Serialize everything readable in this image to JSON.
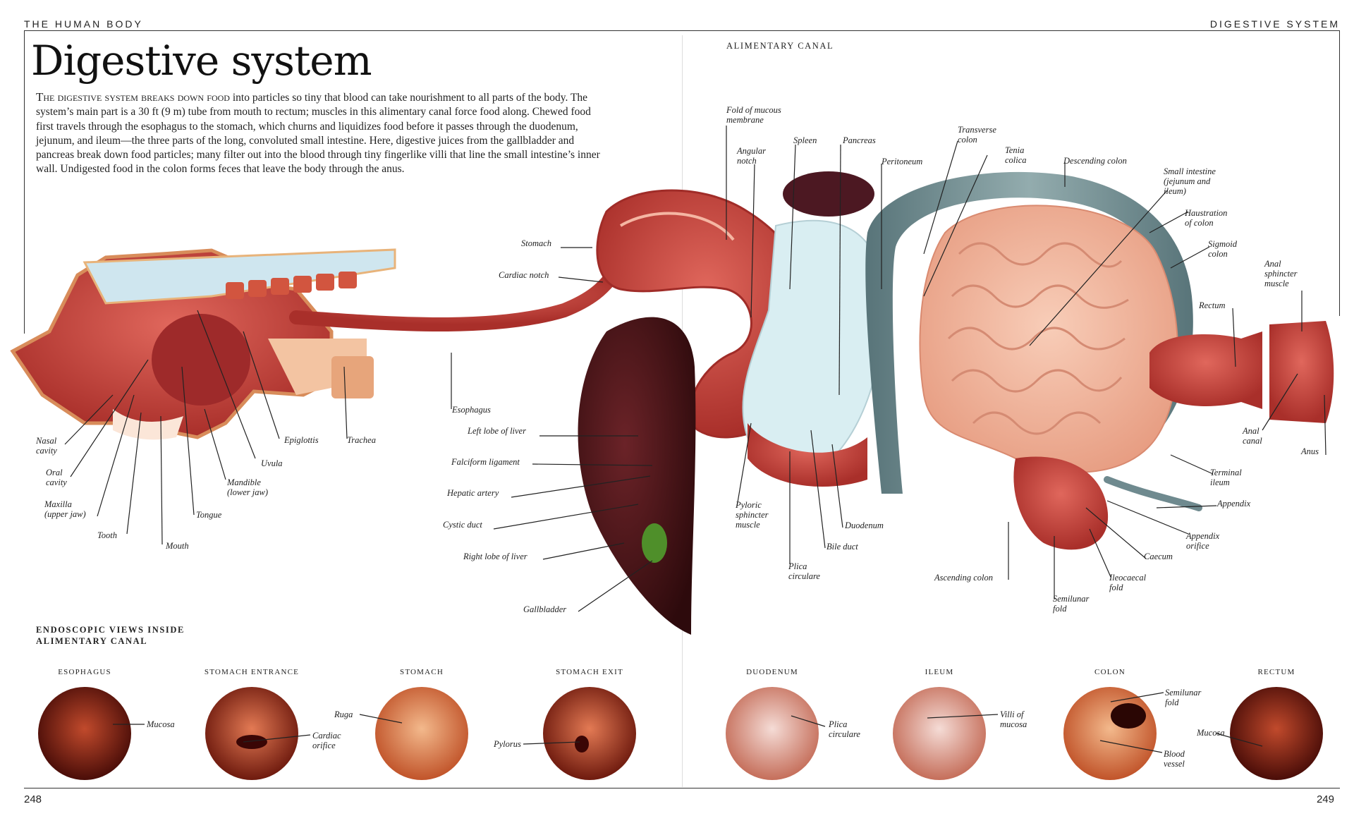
{
  "header": {
    "left": "THE HUMAN BODY",
    "right": "DIGESTIVE SYSTEM"
  },
  "title": "Digestive system",
  "intro": {
    "lead": "The digestive system breaks down food",
    "body": " into particles so tiny that blood can take nourishment to all parts of the body. The system’s main part is a 30 ft (9 m) tube from mouth to rectum; muscles in this alimentary canal force food along. Chewed food first travels through the esophagus to the stomach, which churns and liquidizes food before it passes through the duodenum, jejunum, and ileum—the three parts of the long, convoluted small intestine. Here, digestive juices from the gallbladder and pancreas break down food particles; many filter out into the blood through tiny fingerlike villi that line the small intestine’s inner wall. Undigested food in the colon forms feces that leave the body through the anus."
  },
  "sections": {
    "alimentary": "ALIMENTARY CANAL",
    "endoscopic": "ENDOSCOPIC VIEWS INSIDE\nALIMENTARY CANAL"
  },
  "labels": {
    "nasal": "Nasal\ncavity",
    "oral": "Oral\ncavity",
    "maxilla": "Maxilla\n(upper jaw)",
    "tooth": "Tooth",
    "mouth": "Mouth",
    "tongue": "Tongue",
    "mandible": "Mandible\n(lower jaw)",
    "uvula": "Uvula",
    "epiglottis": "Epiglottis",
    "trachea": "Trachea",
    "stomach": "Stomach",
    "cardiac_notch": "Cardiac notch",
    "esophagus": "Esophagus",
    "left_lobe": "Left lobe of liver",
    "falciform": "Falciform ligament",
    "hepatic": "Hepatic artery",
    "cystic": "Cystic duct",
    "right_lobe": "Right lobe of liver",
    "gallbladder": "Gallbladder",
    "fold_mucous": "Fold of mucous\nmembrane",
    "angular": "Angular\nnotch",
    "spleen": "Spleen",
    "pancreas": "Pancreas",
    "peritoneum": "Peritoneum",
    "transverse": "Transverse\ncolon",
    "tenia": "Tenia\ncolica",
    "descending": "Descending colon",
    "small_int": "Small intestine\n(jejunum and\nileum)",
    "haustration": "Haustration\nof colon",
    "sigmoid": "Sigmoid\ncolon",
    "anal_sph": "Anal\nsphincter\nmuscle",
    "rectum": "Rectum",
    "anal_canal": "Anal\ncanal",
    "anus": "Anus",
    "terminal": "Terminal\nileum",
    "appendix": "Appendix",
    "app_orifice": "Appendix\norifice",
    "caecum": "Caecum",
    "ileocaecal": "Ileocaecal\nfold",
    "semilunar": "Semilunar\nfold",
    "ascending": "Ascending colon",
    "plica": "Plica\ncirculare",
    "bile": "Bile duct",
    "duodenum": "Duodenum",
    "pyloric": "Pyloric\nsphincter\nmuscle"
  },
  "scopes": [
    {
      "title": "ESOPHAGUS",
      "labels": [
        "Mucosa"
      ]
    },
    {
      "title": "STOMACH ENTRANCE",
      "labels": [
        "Cardiac\norifice"
      ]
    },
    {
      "title": "STOMACH",
      "labels": [
        "Ruga"
      ]
    },
    {
      "title": "STOMACH EXIT",
      "labels": [
        "Pylorus"
      ]
    },
    {
      "title": "DUODENUM",
      "labels": [
        "Plica\ncirculare"
      ]
    },
    {
      "title": "ILEUM",
      "labels": [
        "Villi of\nmucosa"
      ]
    },
    {
      "title": "COLON",
      "labels": [
        "Semilunar\nfold",
        "Blood\nvessel"
      ]
    },
    {
      "title": "RECTUM",
      "labels": [
        "Mucosa"
      ]
    }
  ],
  "pages": {
    "left": "248",
    "right": "249"
  },
  "colors": {
    "muscle": "#c8413a",
    "flesh": "#f2b9a0",
    "colon": "#6f8a8f",
    "liver": "#4a1518",
    "gallbladder": "#4f8f2a"
  }
}
